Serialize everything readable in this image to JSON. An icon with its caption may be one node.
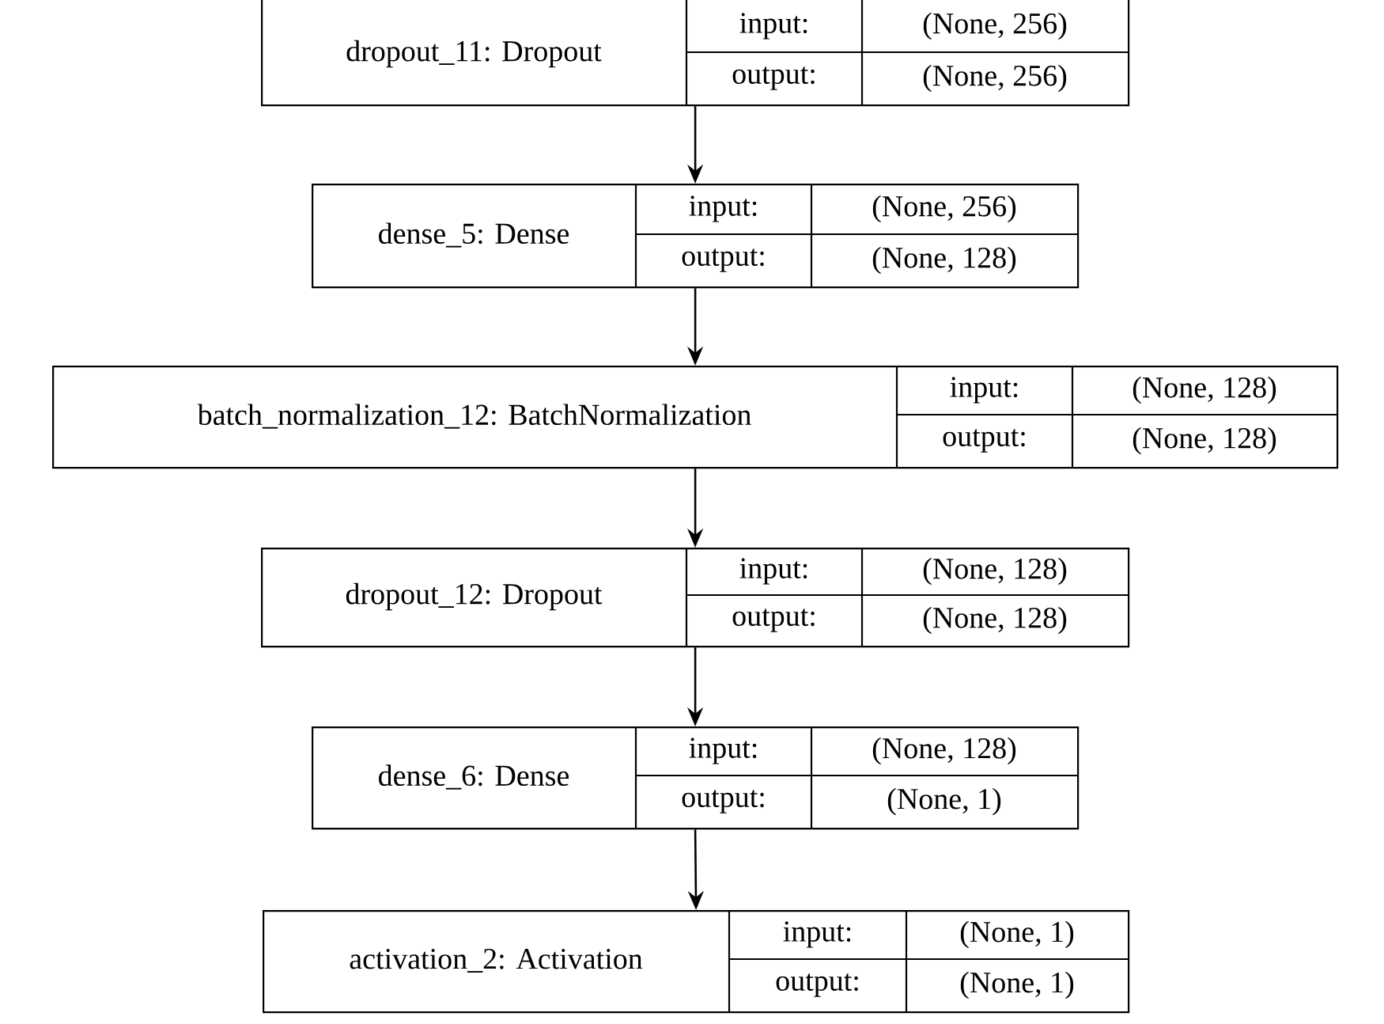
{
  "diagram": {
    "nodes": [
      {
        "text": [
          "dropout_11: Dropout",
          "input:",
          "(None, 256)",
          "output:",
          "(None, 256)"
        ]
      },
      {
        "text": [
          "dense_5: Dense",
          "input:",
          "(None, 256)",
          "output:",
          "(None, 128)"
        ]
      },
      {
        "text": [
          "batch_normalization_12: BatchNormalization",
          "input:",
          "(None, 128)",
          "output:",
          "(None, 128)"
        ]
      },
      {
        "text": [
          "dropout_12: Dropout",
          "input:",
          "(None, 128)",
          "output:",
          "(None, 128)"
        ]
      },
      {
        "text": [
          "dense_6: Dense",
          "input:",
          "(None, 128)",
          "output:",
          "(None, 1)"
        ]
      },
      {
        "text": [
          "activation_2: Activation",
          "input:",
          "(None, 1)",
          "output:",
          "(None, 1)"
        ]
      }
    ],
    "edges": [
      {
        "from": 0,
        "to": 1,
        "arrow": "to"
      },
      {
        "from": 1,
        "to": 2,
        "arrow": "to"
      },
      {
        "from": 2,
        "to": 3,
        "arrow": "to"
      },
      {
        "from": 3,
        "to": 4,
        "arrow": "to"
      },
      {
        "from": 4,
        "to": 5,
        "arrow": "to"
      }
    ]
  }
}
